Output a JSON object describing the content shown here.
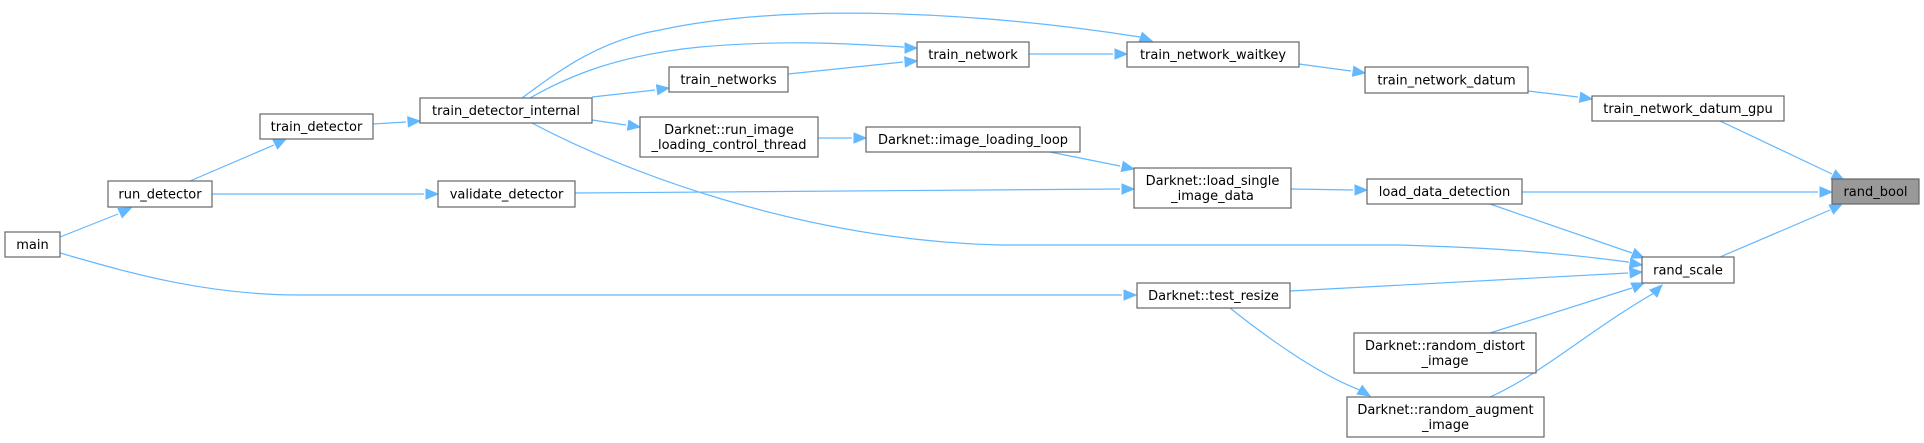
{
  "graph": {
    "title": "Caller graph of rand_bool",
    "edge_color": "#63b8ff",
    "node_border_color": "#666666",
    "current_node_fill": "#999999",
    "nodes": [
      {
        "id": "main",
        "lines": [
          "main"
        ]
      },
      {
        "id": "run_detector",
        "lines": [
          "run_detector"
        ]
      },
      {
        "id": "train_detector",
        "lines": [
          "train_detector"
        ]
      },
      {
        "id": "train_detector_internal",
        "lines": [
          "train_detector_internal"
        ]
      },
      {
        "id": "validate_detector",
        "lines": [
          "validate_detector"
        ]
      },
      {
        "id": "train_networks",
        "lines": [
          "train_networks"
        ]
      },
      {
        "id": "run_image_loading_control_thread",
        "lines": [
          "Darknet::run_image",
          "_loading_control_thread"
        ]
      },
      {
        "id": "train_network",
        "lines": [
          "train_network"
        ]
      },
      {
        "id": "image_loading_loop",
        "lines": [
          "Darknet::image_loading_loop"
        ]
      },
      {
        "id": "train_network_waitkey",
        "lines": [
          "train_network_waitkey"
        ]
      },
      {
        "id": "load_single_image_data",
        "lines": [
          "Darknet::load_single",
          "_image_data"
        ]
      },
      {
        "id": "test_resize",
        "lines": [
          "Darknet::test_resize"
        ]
      },
      {
        "id": "train_network_datum",
        "lines": [
          "train_network_datum"
        ]
      },
      {
        "id": "load_data_detection",
        "lines": [
          "load_data_detection"
        ]
      },
      {
        "id": "random_distort_image",
        "lines": [
          "Darknet::random_distort",
          "_image"
        ]
      },
      {
        "id": "random_augment_image",
        "lines": [
          "Darknet::random_augment",
          "_image"
        ]
      },
      {
        "id": "train_network_datum_gpu",
        "lines": [
          "train_network_datum_gpu"
        ]
      },
      {
        "id": "rand_scale",
        "lines": [
          "rand_scale"
        ]
      },
      {
        "id": "rand_bool",
        "lines": [
          "rand_bool"
        ],
        "current": true
      }
    ],
    "edges": [
      {
        "from": "main",
        "to": "run_detector"
      },
      {
        "from": "main",
        "to": "test_resize"
      },
      {
        "from": "run_detector",
        "to": "train_detector"
      },
      {
        "from": "run_detector",
        "to": "validate_detector"
      },
      {
        "from": "train_detector",
        "to": "train_detector_internal"
      },
      {
        "from": "train_detector_internal",
        "to": "train_network_waitkey"
      },
      {
        "from": "train_detector_internal",
        "to": "train_network"
      },
      {
        "from": "train_detector_internal",
        "to": "train_networks"
      },
      {
        "from": "train_detector_internal",
        "to": "run_image_loading_control_thread"
      },
      {
        "from": "train_detector_internal",
        "to": "rand_scale"
      },
      {
        "from": "train_networks",
        "to": "train_network"
      },
      {
        "from": "train_network",
        "to": "train_network_waitkey"
      },
      {
        "from": "run_image_loading_control_thread",
        "to": "image_loading_loop"
      },
      {
        "from": "image_loading_loop",
        "to": "load_single_image_data"
      },
      {
        "from": "validate_detector",
        "to": "load_single_image_data"
      },
      {
        "from": "train_network_waitkey",
        "to": "train_network_datum"
      },
      {
        "from": "train_network_datum",
        "to": "train_network_datum_gpu"
      },
      {
        "from": "load_single_image_data",
        "to": "load_data_detection"
      },
      {
        "from": "test_resize",
        "to": "rand_scale"
      },
      {
        "from": "test_resize",
        "to": "random_augment_image"
      },
      {
        "from": "load_data_detection",
        "to": "rand_bool"
      },
      {
        "from": "load_data_detection",
        "to": "rand_scale"
      },
      {
        "from": "random_distort_image",
        "to": "rand_scale"
      },
      {
        "from": "random_augment_image",
        "to": "rand_scale"
      },
      {
        "from": "train_network_datum_gpu",
        "to": "rand_bool"
      },
      {
        "from": "rand_scale",
        "to": "rand_bool"
      }
    ]
  }
}
